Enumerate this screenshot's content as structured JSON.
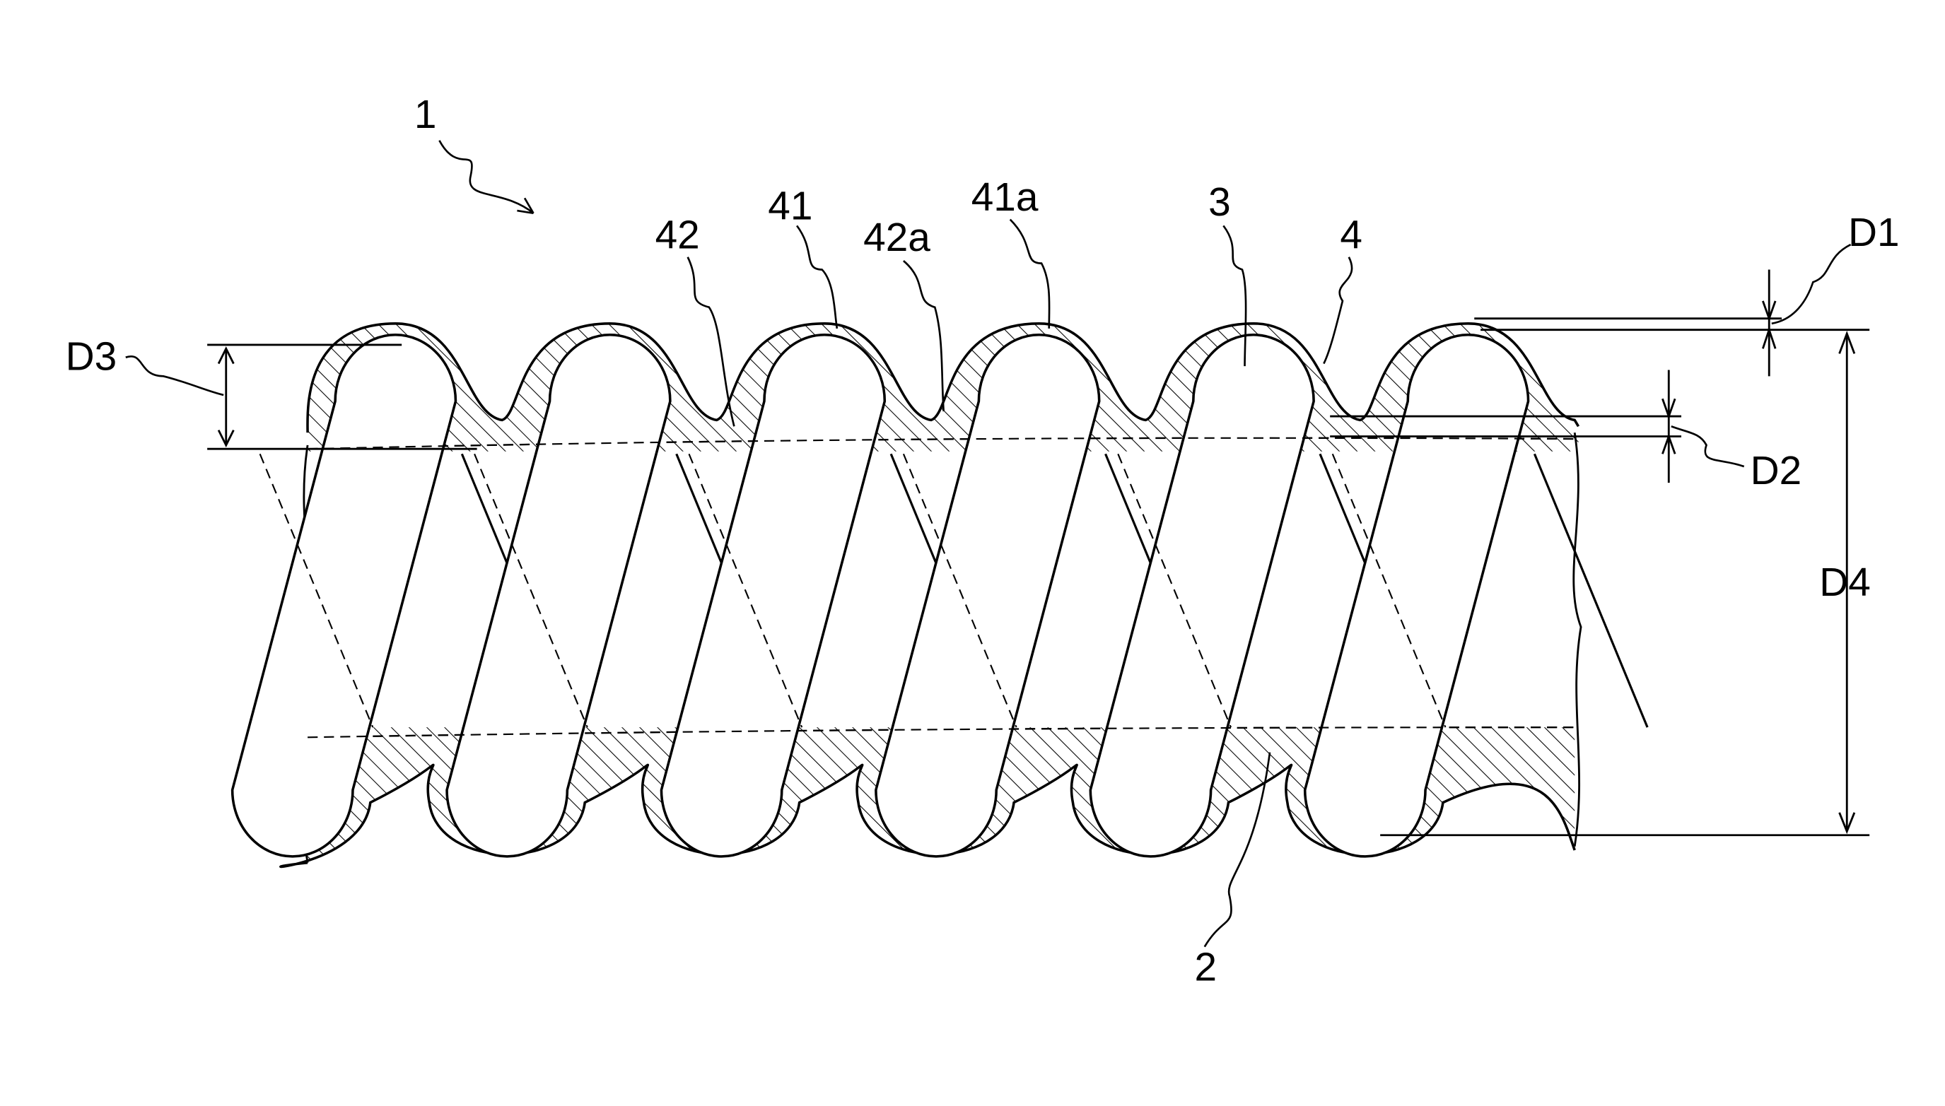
{
  "figure": {
    "labels": {
      "hose": "1",
      "core": "2",
      "coil": "3",
      "jacket": "4",
      "crest": "41",
      "crest_top": "41a",
      "trough": "42",
      "trough_bottom": "42a",
      "d1": "D1",
      "d2": "D2",
      "d3": "D3",
      "d4": "D4"
    },
    "turns": 6,
    "colors": {
      "line": "#000000",
      "background": "#ffffff"
    }
  }
}
